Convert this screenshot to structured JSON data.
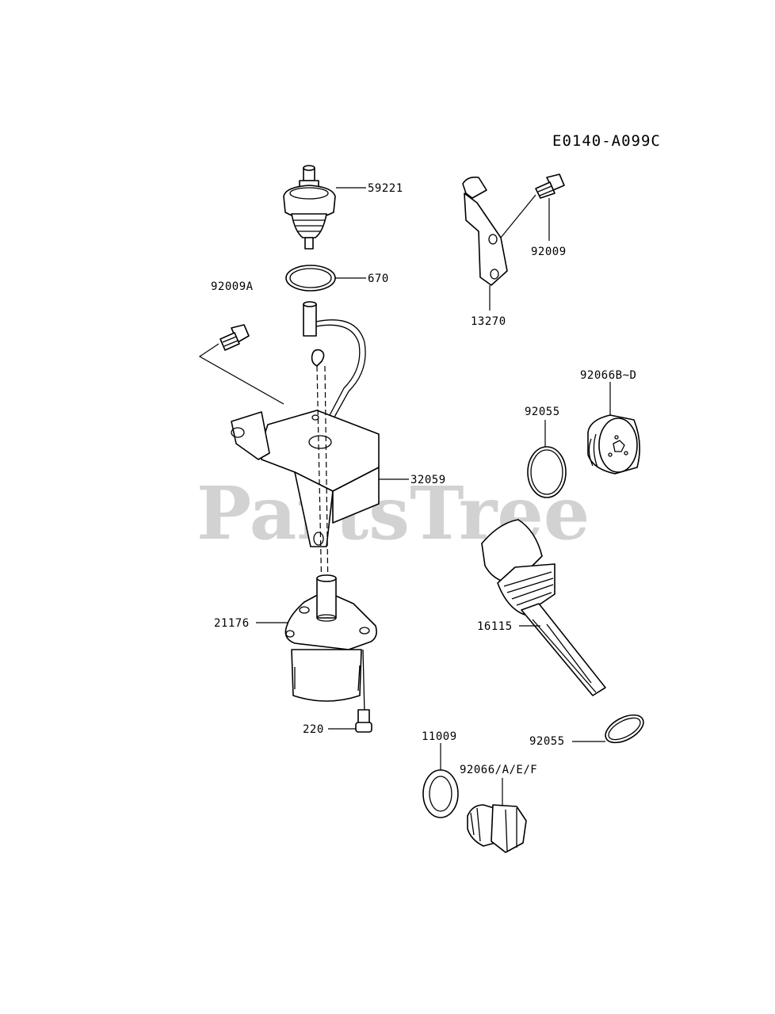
{
  "diagram": {
    "code": "E0140-A099C",
    "watermark": "PartsTree",
    "parts": [
      {
        "id": "59221",
        "label": "59221"
      },
      {
        "id": "670",
        "label": "670"
      },
      {
        "id": "92009A",
        "label": "92009A"
      },
      {
        "id": "32059",
        "label": "32059"
      },
      {
        "id": "21176",
        "label": "21176"
      },
      {
        "id": "220",
        "label": "220"
      },
      {
        "id": "13270",
        "label": "13270"
      },
      {
        "id": "92009",
        "label": "92009"
      },
      {
        "id": "92066B-D",
        "label": "92066B~D"
      },
      {
        "id": "92055-upper",
        "label": "92055"
      },
      {
        "id": "16115",
        "label": "16115"
      },
      {
        "id": "92055-lower",
        "label": "92055"
      },
      {
        "id": "11009",
        "label": "11009"
      },
      {
        "id": "92066-AEF",
        "label": "92066/A/E/F"
      }
    ]
  }
}
